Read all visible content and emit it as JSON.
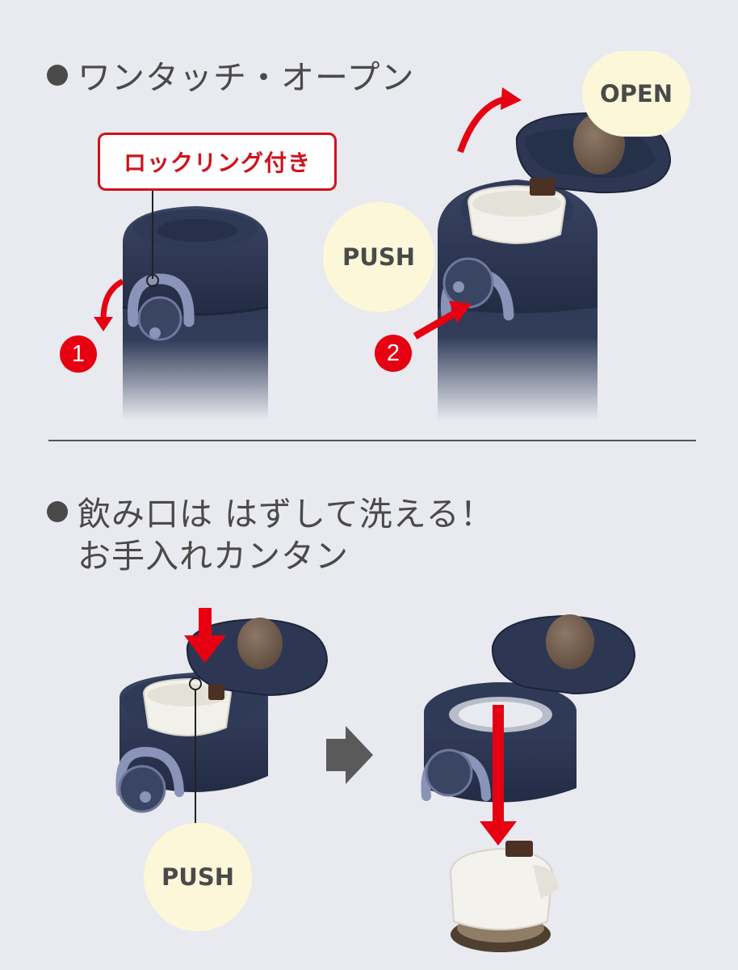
{
  "section1": {
    "heading": "ワンタッチ・オープン",
    "lock_label": "ロックリング付き",
    "open_label": "OPEN",
    "push_label": "PUSH",
    "step1": "1",
    "step2": "2"
  },
  "section2": {
    "heading_line1": "飲み口は はずして洗える！",
    "heading_line2": "お手入れカンタン",
    "push_label": "PUSH"
  },
  "colors": {
    "background": "#e9eaef",
    "accent_red": "#e60012",
    "bottle_navy": "#2b3550",
    "ring_lavender": "#8a93b8",
    "bubble_cream": "#fdf7d9",
    "stopper_brown": "#7a6554"
  }
}
